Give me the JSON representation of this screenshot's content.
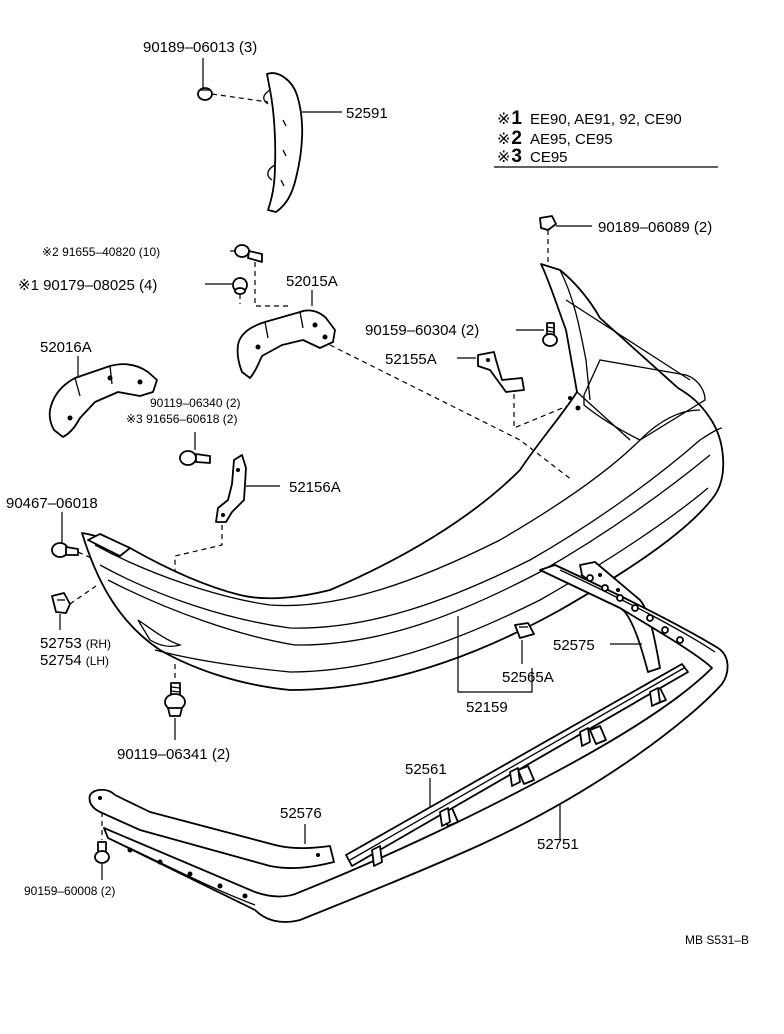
{
  "legend": {
    "entries": [
      {
        "mark": "※",
        "num": "1",
        "text": "EE90, AE91, 92, CE90"
      },
      {
        "mark": "※",
        "num": "2",
        "text": "AE95, CE95"
      },
      {
        "mark": "※",
        "num": "3",
        "text": "CE95"
      }
    ]
  },
  "labels": {
    "p90189_06013": "90189–06013 (3)",
    "p52591": "52591",
    "p90189_06089": "90189–06089 (2)",
    "p91655_40820": "※2 91655–40820 (10)",
    "p90179_08025": "※1  90179–08025 (4)",
    "p52015A": "52015A",
    "p52016A": "52016A",
    "p90159_60304": "90159–60304 (2)",
    "p52155A": "52155A",
    "p90119_06340": "90119–06340 (2)",
    "p91656_60618": "※3 91656–60618 (2)",
    "p52156A": "52156A",
    "p90467_06018": "90467–06018",
    "p52753": "52753",
    "p52753_side": "(RH)",
    "p52754": "52754",
    "p52754_side": "(LH)",
    "p52575": "52575",
    "p52565A": "52565A",
    "p52159": "52159",
    "p90119_06341": "90119–06341 (2)",
    "p52561": "52561",
    "p52576": "52576",
    "p52751": "52751",
    "p90159_60008": "90159–60008 (2)",
    "footer": "MB  S531–B"
  }
}
